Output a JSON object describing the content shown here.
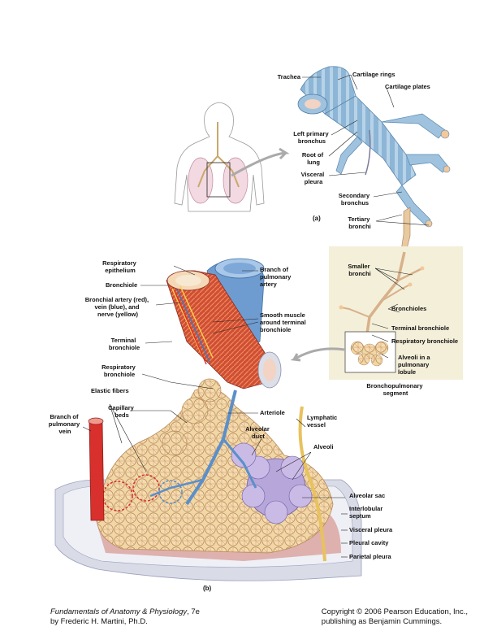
{
  "panel_a": {
    "letter": "(a)",
    "labels": {
      "trachea": "Trachea",
      "cartilage_rings": "Cartilage rings",
      "cartilage_plates": "Cartilage plates",
      "left_primary_bronchus": [
        "Left primary",
        "bronchus"
      ],
      "root_of_lung": [
        "Root of",
        "lung"
      ],
      "visceral_pleura": [
        "Visceral",
        "pleura"
      ],
      "secondary_bronchus": [
        "Secondary",
        "bronchus"
      ],
      "tertiary_bronchi": [
        "Tertiary",
        "bronchi"
      ],
      "smaller_bronchi": [
        "Smaller",
        "bronchi"
      ],
      "bronchioles": "Bronchioles",
      "terminal_bronchiole": "Terminal bronchiole",
      "respiratory_bronchiole": "Respiratory bronchiole",
      "alveoli_in_lobule": [
        "Alveoli in a",
        "pulmonary",
        "lobule"
      ],
      "bronchopulmonary_segment": [
        "Bronchopulmonary",
        "segment"
      ]
    }
  },
  "panel_b": {
    "letter": "(b)",
    "labels": {
      "respiratory_epithelium": [
        "Respiratory",
        "epithelium"
      ],
      "bronchiole": "Bronchiole",
      "bronchial_artery": [
        "Bronchial artery (red),",
        "vein (blue), and",
        "nerve (yellow)"
      ],
      "terminal_bronchiole": [
        "Terminal",
        "bronchiole"
      ],
      "respiratory_bronchiole": [
        "Respiratory",
        "bronchiole"
      ],
      "elastic_fibers": "Elastic fibers",
      "capillary_beds": [
        "Capillary",
        "beds"
      ],
      "branch_pulmonary_vein": [
        "Branch of",
        "pulmonary",
        "vein"
      ],
      "branch_pulmonary_artery": [
        "Branch of",
        "pulmonary",
        "artery"
      ],
      "smooth_muscle": [
        "Smooth muscle",
        "around terminal",
        "bronchiole"
      ],
      "arteriole": "Arteriole",
      "lymphatic_vessel": [
        "Lymphatic",
        "vessel"
      ],
      "alveolar_duct": [
        "Alveolar",
        "duct"
      ],
      "alveoli": "Alveoli",
      "alveolar_sac": "Alveolar sac",
      "interlobular_septum": [
        "Interlobular",
        "septum"
      ],
      "visceral_pleura": "Visceral pleura",
      "pleural_cavity": "Pleural cavity",
      "parietal_pleura": "Parietal pleura"
    }
  },
  "footer": {
    "book_title": "Fundamentals of Anatomy & Physiology",
    "edition": ", 7e",
    "author": "by Frederic H. Martini, Ph.D.",
    "copyright": "Copyright © 2006 Pearson Education, Inc.,",
    "publisher": "publishing as Benjamin Cummings."
  },
  "colors": {
    "cartilage": "#9fc3df",
    "bronchus": "#f3c89a",
    "muscle": "#d7583a",
    "artery": "#d8302c",
    "vein": "#5b8fc9",
    "alveoli": "#f1d7a6",
    "alveolar_sac": "#b7a6d9",
    "inset_box": "#f4efd9",
    "pleura": "#d5d8e6"
  }
}
